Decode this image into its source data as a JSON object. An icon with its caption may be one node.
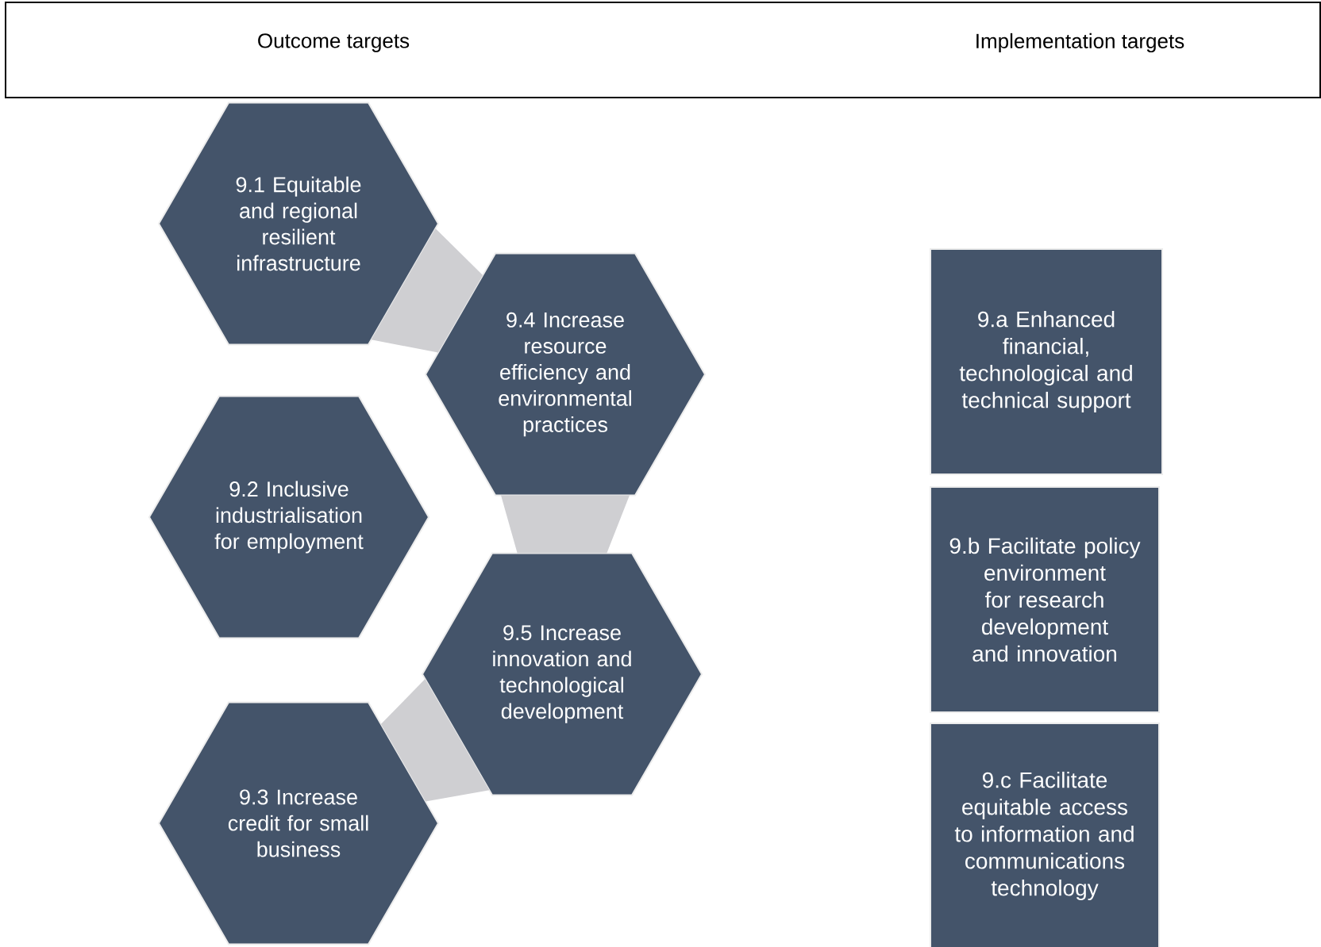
{
  "diagram": {
    "nodes": [
      {
        "text": [
          "Outcome targets",
          "Implementation targets"
        ]
      },
      {
        "text": [
          "9.1 Equitable and regional resilient infrastructure"
        ]
      },
      {
        "text": [
          "9.4 Increase resource efficiency and environmental practices"
        ]
      },
      {
        "text": [
          "9.2 Inclusive industrialisation for employment"
        ]
      },
      {
        "text": [
          "9.5 Increase innovation and technological development"
        ]
      },
      {
        "text": [
          "9.3 Increase credit for small business"
        ]
      },
      {
        "text": [
          "9.a Enhanced financial, technological and technical support"
        ]
      },
      {
        "text": [
          "9.b Facilitate policy environment for research development and innovation"
        ]
      },
      {
        "text": [
          "9.c Facilitate equitable access to information and communications technology"
        ]
      }
    ],
    "edges": [
      {
        "from": 1,
        "to": 2,
        "arrow": "none"
      },
      {
        "from": 2,
        "to": 4,
        "arrow": "none"
      },
      {
        "from": 4,
        "to": 5,
        "arrow": "none"
      }
    ]
  }
}
